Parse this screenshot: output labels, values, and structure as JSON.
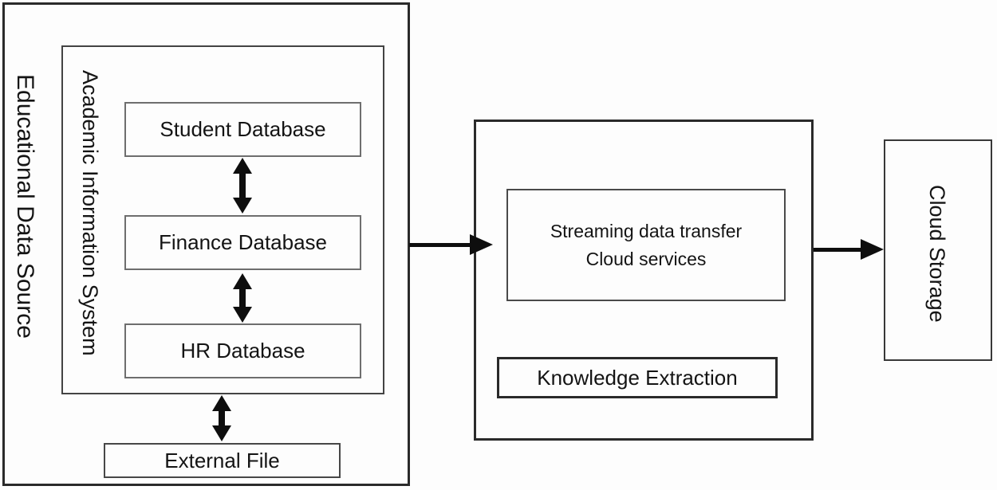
{
  "colors": {
    "line": "#0e0e0e",
    "outer_border": "#2a2a2a",
    "inner_border": "#6e6e6e",
    "text": "#141414",
    "background": "#fdfdfd"
  },
  "educational_data_source": {
    "label": "Educational Data Source",
    "academic_information_system": {
      "label": "Academic Information System",
      "databases": [
        {
          "label": "Student Database"
        },
        {
          "label": "Finance Database"
        },
        {
          "label": "HR Database"
        }
      ]
    },
    "external_file": {
      "label": "External File"
    }
  },
  "cloud_services_panel": {
    "streaming": {
      "line1": "Streaming data transfer",
      "line2": "Cloud services"
    },
    "knowledge_extraction": {
      "label": "Knowledge Extraction"
    }
  },
  "cloud_storage": {
    "label": "Cloud Storage"
  }
}
